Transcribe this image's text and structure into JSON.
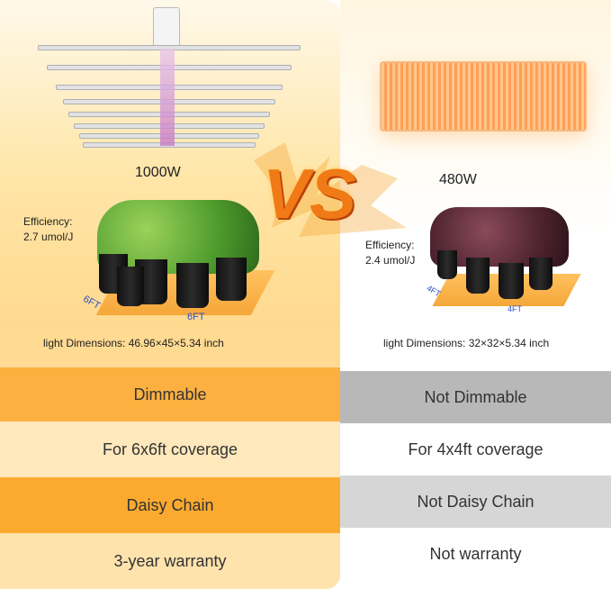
{
  "left": {
    "wattage": "1000W",
    "efficiency_label": "Efficiency:",
    "efficiency_value": "2.7 umol/J",
    "dim_width": "6FT",
    "dim_depth": "6FT",
    "dimensions": "light Dimensions: 46.96×45×5.34 inch",
    "features": [
      "Dimmable",
      "For 6x6ft coverage",
      "Daisy Chain",
      "3-year warranty"
    ]
  },
  "right": {
    "wattage": "480W",
    "efficiency_label": "Efficiency:",
    "efficiency_value": "2.4 umol/J",
    "dim_width": "4FT",
    "dim_depth": "4FT",
    "dimensions": "light Dimensions: 32×32×5.34 inch",
    "features": [
      "Not Dimmable",
      "For 4x4ft coverage",
      "Not Daisy Chain",
      "Not warranty"
    ]
  },
  "vs_text": "VS",
  "colors": {
    "orange_strong": "#fcb040",
    "orange_mid": "#ffd07a",
    "cream": "#ffe8bb",
    "gray_strong": "#b8b8b8",
    "gray_light": "#d6d6d6",
    "vs_orange": "#f07a15"
  }
}
